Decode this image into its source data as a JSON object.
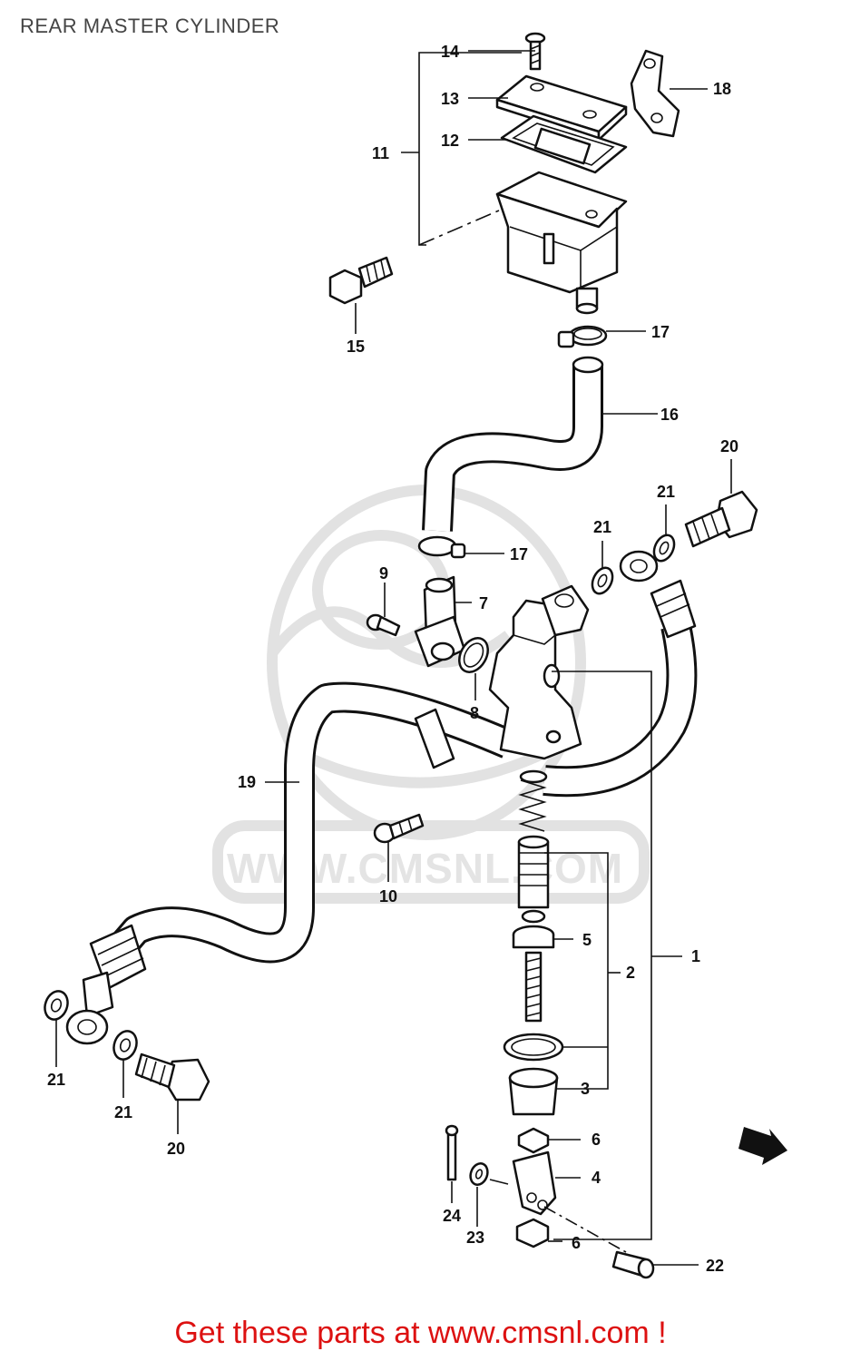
{
  "title": "REAR MASTER CYLINDER",
  "footer": "Get these parts at www.cmsnl.com !",
  "watermark_url": "WWW.CMSNL.COM",
  "callouts": {
    "c1": "1",
    "c2": "2",
    "c3": "3",
    "c4": "4",
    "c5": "5",
    "c6a": "6",
    "c6b": "6",
    "c7": "7",
    "c8": "8",
    "c9": "9",
    "c10": "10",
    "c11": "11",
    "c12": "12",
    "c13": "13",
    "c14": "14",
    "c15": "15",
    "c16": "16",
    "c17a": "17",
    "c17b": "17",
    "c18": "18",
    "c19": "19",
    "c20a": "20",
    "c20b": "20",
    "c21a": "21",
    "c21b": "21",
    "c21c": "21",
    "c21d": "21",
    "c22": "22",
    "c23": "23",
    "c24": "24"
  },
  "colors": {
    "footer": "#dd1111",
    "line": "#111111",
    "watermark": "#e2e2e2"
  }
}
